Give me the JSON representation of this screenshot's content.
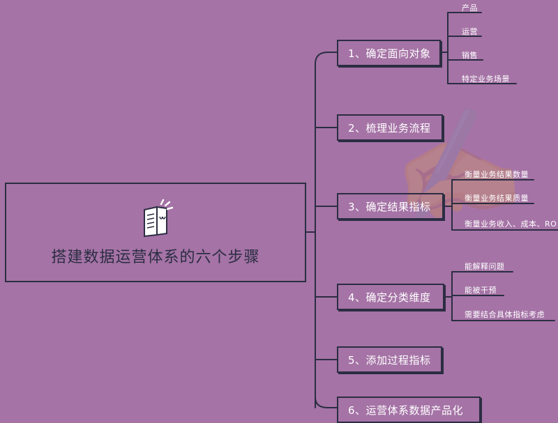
{
  "root": {
    "title": "搭建数据运营体系的六个步骤",
    "icon": "book-icon"
  },
  "steps": [
    {
      "label": "1、确定面向对象",
      "children": [
        "产品",
        "运营",
        "销售",
        "特定业务场景"
      ]
    },
    {
      "label": "2、梳理业务流程",
      "children": []
    },
    {
      "label": "3、确定结果指标",
      "children": [
        "衡量业务结果数量",
        "衡量业务结果质量",
        "衡量业务收入、成本、RO"
      ]
    },
    {
      "label": "4、确定分类维度",
      "children": [
        "能解释问题",
        "能被干预",
        "需要结合具体指标考虑"
      ]
    },
    {
      "label": "5、添加过程指标",
      "children": []
    },
    {
      "label": "6、运营体系数据产品化",
      "children": []
    }
  ],
  "colors": {
    "background": "#a573a6",
    "line": "#2b2d42",
    "text": "#ffffff"
  }
}
